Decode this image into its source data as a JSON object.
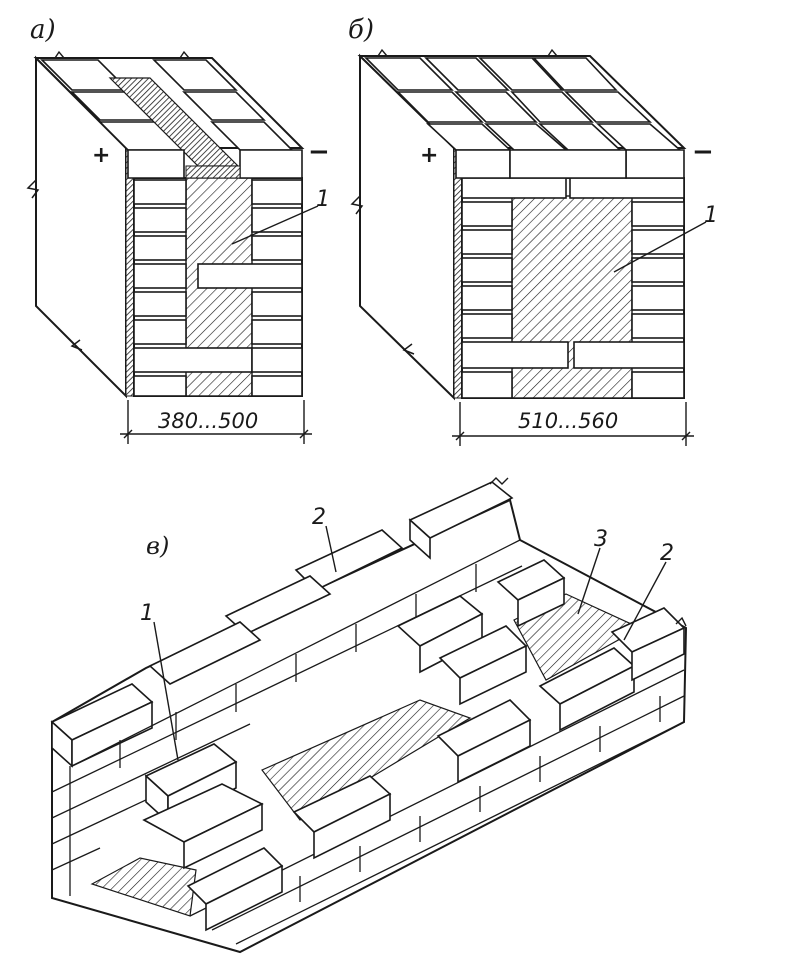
{
  "panels": {
    "a": {
      "label": "а)",
      "plus": "+",
      "minus": "−",
      "callout": "1",
      "dimension": "380...500"
    },
    "b": {
      "label": "б)",
      "plus": "+",
      "minus": "−",
      "callout": "1",
      "dimension": "510...560"
    },
    "c": {
      "label": "в)",
      "callouts": [
        "1",
        "2",
        "3",
        "2"
      ]
    }
  },
  "colors": {
    "ink": "#1a1a1a",
    "paper": "#ffffff"
  }
}
